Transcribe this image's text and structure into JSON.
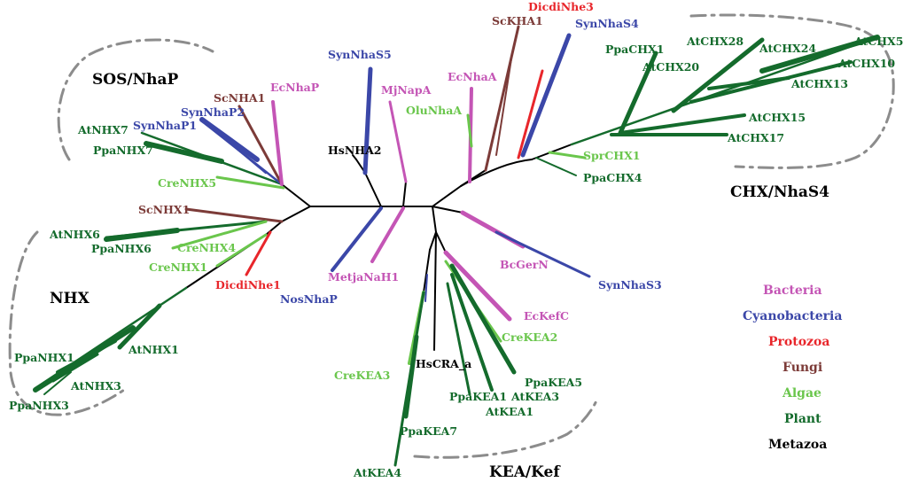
{
  "colors": {
    "bacteria": "#c455b5",
    "cyanobacteria": "#3b47a8",
    "protozoa": "#e8262b",
    "fungi": "#7c3b38",
    "algae": "#6ac64c",
    "plant": "#146b2c",
    "metazoa": "#000000",
    "boundary": "#8c8c8c"
  },
  "clades": {
    "sos": "SOS/NhaP",
    "nhx": "NHX",
    "chx": "CHX/NhaS4",
    "kea": "KEA/Kef"
  },
  "legend": [
    {
      "label": "Bacteria",
      "group": "bacteria"
    },
    {
      "label": "Cyanobacteria",
      "group": "cyanobacteria"
    },
    {
      "label": "Protozoa",
      "group": "protozoa"
    },
    {
      "label": "Fungi",
      "group": "fungi"
    },
    {
      "label": "Algae",
      "group": "algae"
    },
    {
      "label": "Plant",
      "group": "plant"
    },
    {
      "label": "Metazoa",
      "group": "metazoa"
    }
  ],
  "leaves": [
    {
      "label": "AtNHX7",
      "group": "plant"
    },
    {
      "label": "SynNhaP1",
      "group": "cyanobacteria"
    },
    {
      "label": "SynNhaP2",
      "group": "cyanobacteria"
    },
    {
      "label": "ScNHA1",
      "group": "fungi"
    },
    {
      "label": "EcNhaP",
      "group": "bacteria"
    },
    {
      "label": "PpaNHX7",
      "group": "plant"
    },
    {
      "label": "CreNHX5",
      "group": "algae"
    },
    {
      "label": "SynNhaS5",
      "group": "cyanobacteria"
    },
    {
      "label": "MjNapA",
      "group": "bacteria"
    },
    {
      "label": "HsNHA2",
      "group": "metazoa"
    },
    {
      "label": "EcNhaA",
      "group": "bacteria"
    },
    {
      "label": "OluNhaA",
      "group": "algae"
    },
    {
      "label": "ScKHA1",
      "group": "fungi"
    },
    {
      "label": "DicdiNhe3",
      "group": "protozoa"
    },
    {
      "label": "SynNhaS4",
      "group": "cyanobacteria"
    },
    {
      "label": "PpaCHX1",
      "group": "plant"
    },
    {
      "label": "AtCHX20",
      "group": "plant"
    },
    {
      "label": "AtCHX28",
      "group": "plant"
    },
    {
      "label": "AtCHX24",
      "group": "plant"
    },
    {
      "label": "AtCHX5",
      "group": "plant"
    },
    {
      "label": "AtCHX10",
      "group": "plant"
    },
    {
      "label": "AtCHX13",
      "group": "plant"
    },
    {
      "label": "AtCHX15",
      "group": "plant"
    },
    {
      "label": "AtCHX17",
      "group": "plant"
    },
    {
      "label": "SprCHX1",
      "group": "algae"
    },
    {
      "label": "PpaCHX4",
      "group": "plant"
    },
    {
      "label": "ScNHX1",
      "group": "fungi"
    },
    {
      "label": "AtNHX6",
      "group": "plant"
    },
    {
      "label": "PpaNHX6",
      "group": "plant"
    },
    {
      "label": "CreNHX4",
      "group": "algae"
    },
    {
      "label": "CreNHX1",
      "group": "algae"
    },
    {
      "label": "DicdiNhe1",
      "group": "protozoa"
    },
    {
      "label": "MetjaNaH1",
      "group": "bacteria"
    },
    {
      "label": "NosNhaP",
      "group": "cyanobacteria"
    },
    {
      "label": "BcGerN",
      "group": "bacteria"
    },
    {
      "label": "SynNhaS3",
      "group": "cyanobacteria"
    },
    {
      "label": "EcKefC",
      "group": "bacteria"
    },
    {
      "label": "CreKEA2",
      "group": "algae"
    },
    {
      "label": "CreKEA3",
      "group": "algae"
    },
    {
      "label": "HsCRA_a",
      "group": "metazoa"
    },
    {
      "label": "PpaKEA5",
      "group": "plant"
    },
    {
      "label": "AtKEA3",
      "group": "plant"
    },
    {
      "label": "PpaKEA1",
      "group": "plant"
    },
    {
      "label": "AtKEA1",
      "group": "plant"
    },
    {
      "label": "PpaKEA7",
      "group": "plant"
    },
    {
      "label": "AtKEA4",
      "group": "plant"
    },
    {
      "label": "PpaNHX1",
      "group": "plant"
    },
    {
      "label": "AtNHX1",
      "group": "plant"
    },
    {
      "label": "AtNHX3",
      "group": "plant"
    },
    {
      "label": "PpaNHX3",
      "group": "plant"
    }
  ]
}
